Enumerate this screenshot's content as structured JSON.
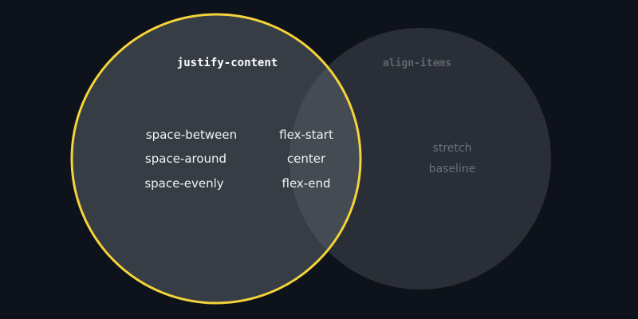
{
  "diagram": {
    "type": "venn",
    "colors": {
      "background": "#0e121a",
      "left_fill": "#373d45",
      "right_fill": "#2a2e36",
      "overlap_fill": "#454b53",
      "left_stroke": "#f5d33a"
    },
    "left_set": {
      "title": "justify-content",
      "only_items": [
        "space-between",
        "space-around",
        "space-evenly"
      ]
    },
    "right_set": {
      "title": "align-items",
      "only_items": [
        "stretch",
        "baseline"
      ]
    },
    "intersection": {
      "items": [
        "flex-start",
        "center",
        "flex-end"
      ]
    }
  }
}
